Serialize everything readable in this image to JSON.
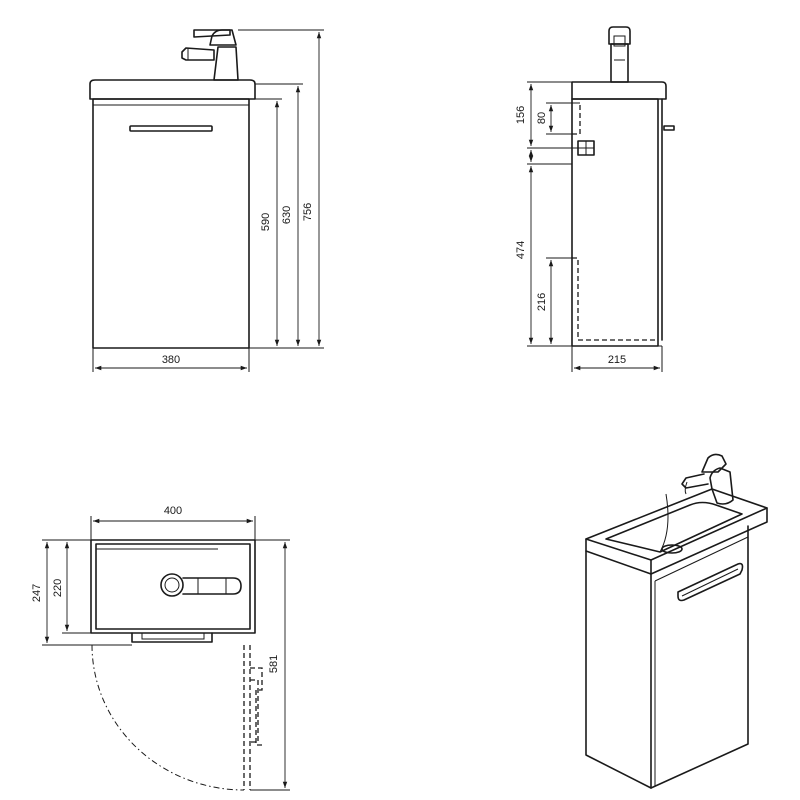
{
  "views": {
    "front": {
      "width_label": "380",
      "body_height_label": "590",
      "cabinet_height_label": "630",
      "total_height_label": "756"
    },
    "side": {
      "top_offset_label": "156",
      "inner_offset_label": "80",
      "drain_height_label": "474",
      "lower_height_label": "216",
      "depth_label": "215"
    },
    "top": {
      "width_label": "400",
      "outer_depth_label": "247",
      "inner_depth_label": "220",
      "door_swing_label": "581"
    }
  }
}
